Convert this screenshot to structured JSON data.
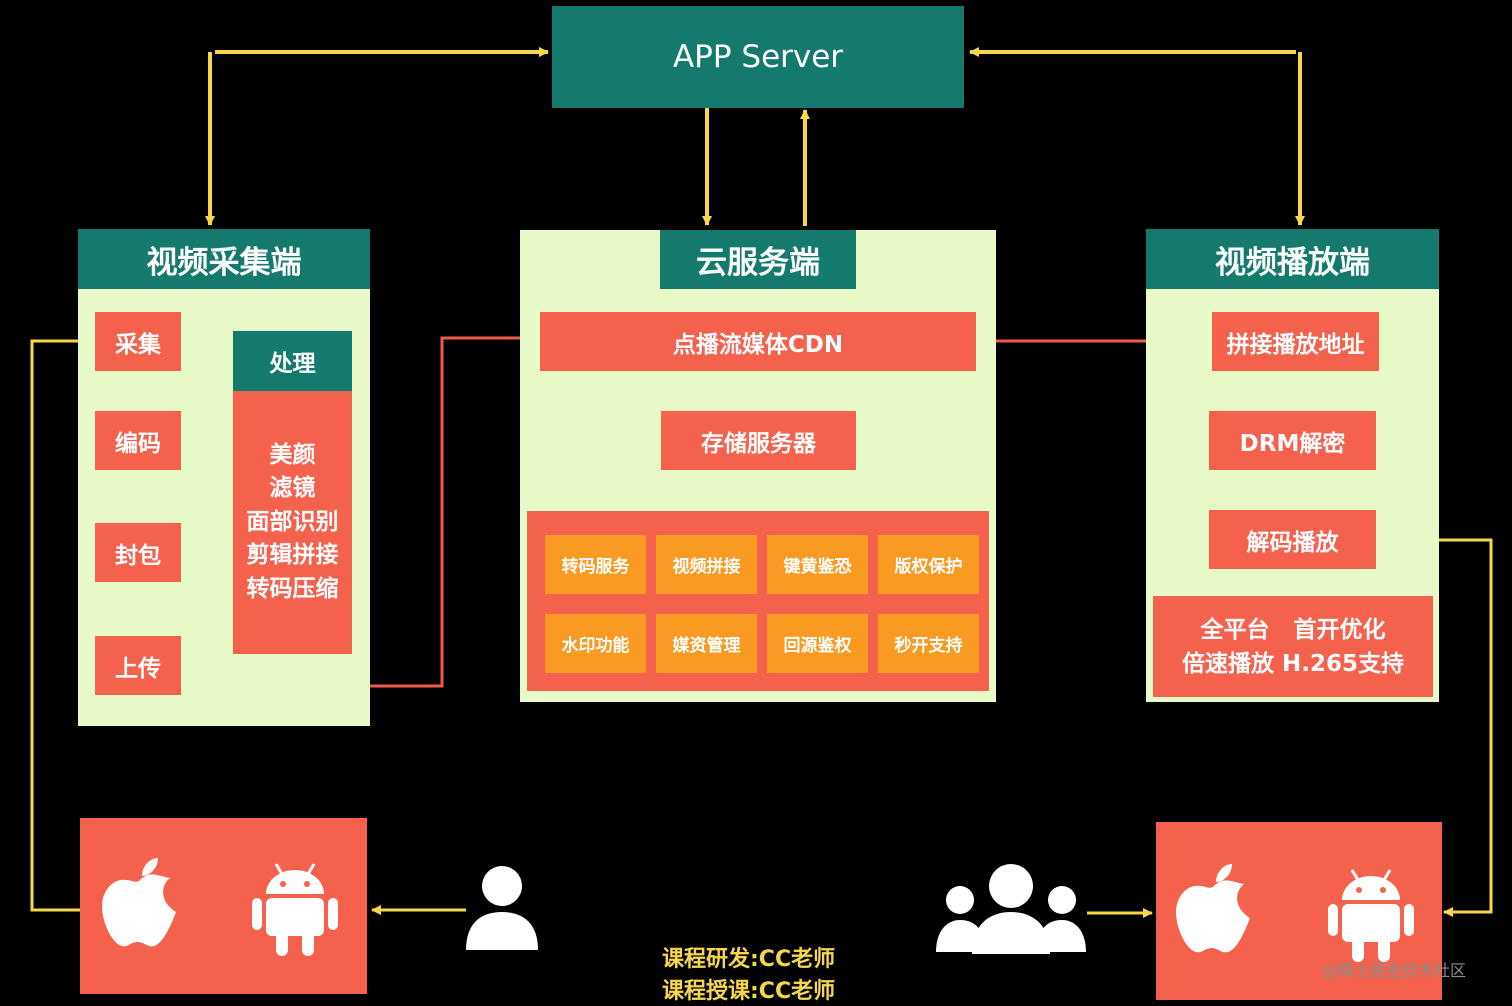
{
  "colors": {
    "background": "#000000",
    "teal_header": "#157a6e",
    "panel": "#e8f9c8",
    "red_box": "#f4614d",
    "orange_box": "#f99a22",
    "yellow_arrow": "#f6d74b",
    "red_arrow": "#ef5b4b"
  },
  "app_server": {
    "label": "APP Server"
  },
  "capture": {
    "title": "视频采集端",
    "collect": "采集",
    "encode": "编码",
    "package": "封包",
    "upload": "上传",
    "process_title": "处理",
    "process_items": [
      "美颜",
      "滤镜",
      "面部识别",
      "剪辑拼接",
      "转码压缩"
    ]
  },
  "cloud": {
    "title": "云服务端",
    "cdn": "点播流媒体CDN",
    "storage": "存储服务器",
    "services": [
      "转码服务",
      "视频拼接",
      "键黄鉴恐",
      "版权保护",
      "水印功能",
      "媒资管理",
      "回源鉴权",
      "秒开支持"
    ]
  },
  "player": {
    "title": "视频播放端",
    "splice_url": "拼接播放地址",
    "drm": "DRM解密",
    "decode": "解码播放",
    "features_line1": "全平台   首开优化",
    "features_line2": "倍速播放 H.265支持"
  },
  "devices": {
    "left_icons": [
      "apple-icon",
      "android-icon"
    ],
    "right_icons": [
      "apple-icon",
      "android-icon"
    ],
    "single_user_icon": "user-icon",
    "group_users_icon": "users-group-icon"
  },
  "footer": {
    "line1": "课程研发:CC老师",
    "line2": "课程授课:CC老师"
  },
  "watermark": "@稀土掘金技术社区"
}
